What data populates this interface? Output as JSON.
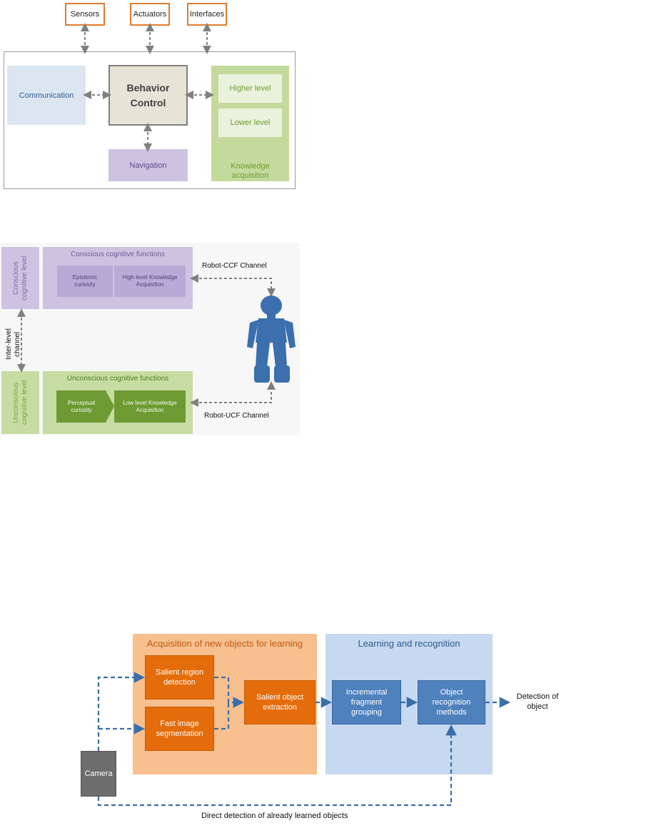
{
  "fig1": {
    "sensors": "Sensors",
    "actuators": "Actuators",
    "interfaces": "Interfaces",
    "communication": "Communication",
    "behavior_control": "Behavior Control",
    "navigation": "Navigation",
    "higher_level": "Higher level",
    "lower_level": "Lower level",
    "knowledge_acquisition": "Knowledge acquisition"
  },
  "fig2": {
    "conscious_level": "Conscious cognitive level",
    "conscious_functions": "Conscious cognitive functions",
    "epistemic": "Epistemic curiosity",
    "high_level_ka": "High level Knowledge Acquisition",
    "robot_ccf": "Robot-CCF Channel",
    "inter_level": "Inter-level channel",
    "unconscious_level": "Unconscious cognitive level",
    "unconscious_functions": "Unconscious cognitive functions",
    "perceptual": "Perceptual curiosity",
    "low_level_ka": "Low level Knowledge Acquisition",
    "robot_ucf": "Robot-UCF Channel"
  },
  "fig3": {
    "acquisition_title": "Acquisition of new objects for learning",
    "learning_title": "Learning and recognition",
    "salient_region": "Salient region detection",
    "fast_segmentation": "Fast image segmentation",
    "salient_object": "Salient object extraction",
    "incremental": "Incremental fragment grouping",
    "object_recognition": "Object recognition methods",
    "detection": "Detection of object",
    "camera": "Camera",
    "direct_detection": "Direct detection of already learned objects"
  },
  "colors": {
    "orange_box": "#e46c0a",
    "blue_box": "#4f81bd",
    "arrow_blue": "#3a6ea8",
    "arrow_grey": "#808080",
    "robot": "#3b6fae"
  }
}
